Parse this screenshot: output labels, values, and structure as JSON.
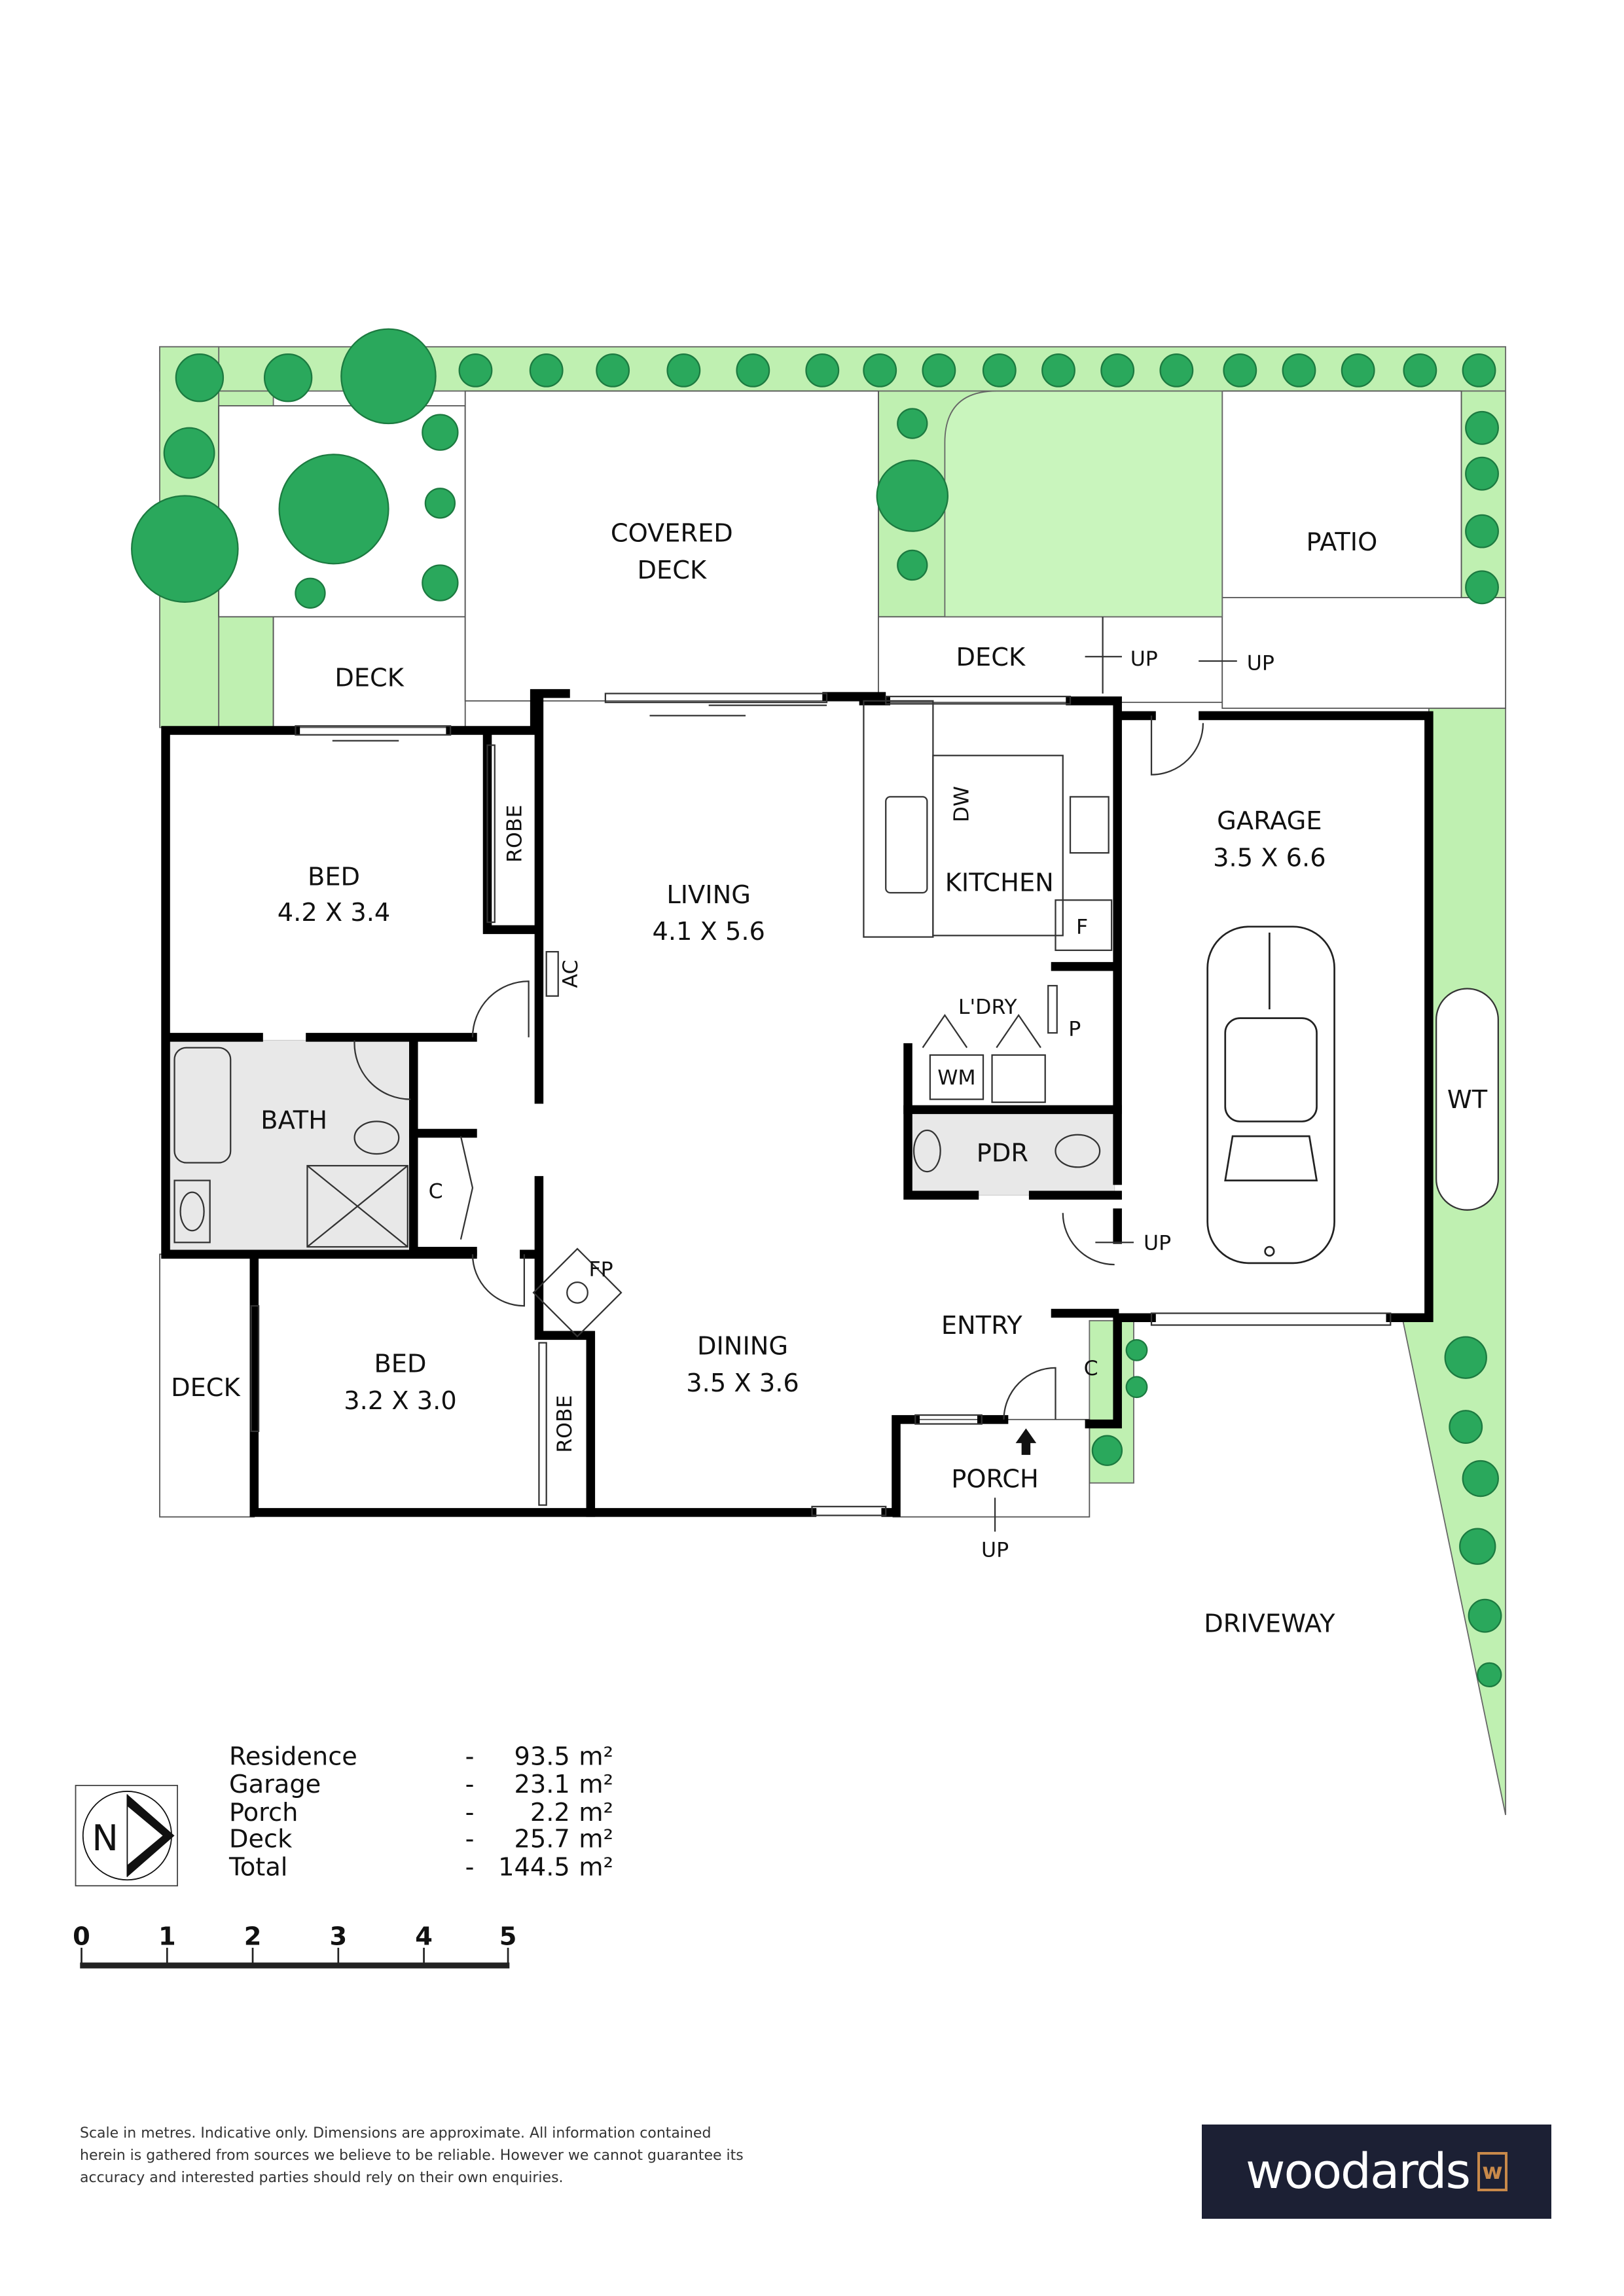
{
  "rooms": {
    "covered_deck": [
      "COVERED",
      "DECK"
    ],
    "deck_left_top": "DECK",
    "deck_top": "DECK",
    "patio": "PATIO",
    "up1": "UP",
    "up2": "UP",
    "bed1": {
      "name": "BED",
      "size": "4.2 X 3.4"
    },
    "robe1": "ROBE",
    "living": {
      "name": "LIVING",
      "size": "4.1 X 5.6"
    },
    "ac": "AC",
    "kitchen": "KITCHEN",
    "dw": "DW",
    "fridge": "F",
    "laundry": "L'DRY",
    "pantry": "P",
    "wm": "WM",
    "garage": {
      "name": "GARAGE",
      "size": "3.5 X 6.6"
    },
    "bath": "BATH",
    "closet1": "C",
    "pdr": "PDR",
    "up3": "UP",
    "wt": "WT",
    "fp": "FP",
    "entry": "ENTRY",
    "closet2": "C",
    "deck_left": "DECK",
    "bed2": {
      "name": "BED",
      "size": "3.2 X 3.0"
    },
    "robe2": "ROBE",
    "dining": {
      "name": "DINING",
      "size": "3.5 X 3.6"
    },
    "porch": "PORCH",
    "up4": "UP",
    "driveway": "DRIVEWAY"
  },
  "areas": [
    {
      "name": "Residence",
      "dash": "-",
      "value": "93.5",
      "unit": "m²"
    },
    {
      "name": "Garage",
      "dash": "-",
      "value": "23.1",
      "unit": "m²"
    },
    {
      "name": "Porch",
      "dash": "-",
      "value": "2.2",
      "unit": "m²"
    },
    {
      "name": "Deck",
      "dash": "-",
      "value": "25.7",
      "unit": "m²"
    },
    {
      "name": "Total",
      "dash": "-",
      "value": "144.5",
      "unit": "m²"
    }
  ],
  "compass": "N",
  "scale": [
    "0",
    "1",
    "2",
    "3",
    "4",
    "5"
  ],
  "disclaimer": [
    "Scale in metres. Indicative only. Dimensions are approximate. All information contained",
    "herein is gathered from sources we believe to be reliable. However we cannot guarantee its",
    "accuracy and interested parties should rely on their own enquiries."
  ],
  "logo": {
    "text": "woodards",
    "mark": "w"
  },
  "colors": {
    "lawn": "#bff0b1",
    "tree": "#2aa85c",
    "logo_bg": "#1c2034",
    "logo_accent": "#c8894a"
  }
}
